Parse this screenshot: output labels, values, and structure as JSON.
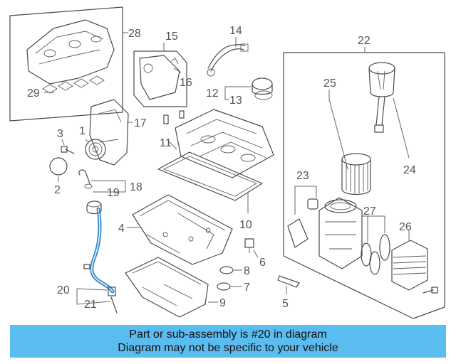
{
  "colors": {
    "highlight_part": "#2f86c9",
    "caption_background": "#5bbcf0",
    "line_art": "#4a4a4a"
  },
  "callouts": {
    "c1": "1",
    "c2": "2",
    "c3": "3",
    "c4": "4",
    "c5": "5",
    "c6": "6",
    "c7": "7",
    "c8": "8",
    "c9": "9",
    "c10": "10",
    "c11": "11",
    "c12": "12",
    "c13": "13",
    "c14": "14",
    "c15": "15",
    "c16": "16",
    "c17": "17",
    "c18": "18",
    "c19": "19",
    "c20": "20",
    "c21": "21",
    "c22": "22",
    "c23": "23",
    "c24": "24",
    "c25": "25",
    "c26": "26",
    "c27": "27",
    "c28": "28",
    "c29": "29"
  },
  "caption": {
    "line1": "Part or sub-assembly is #20 in diagram",
    "line2": "Diagram may not be specific to your vehicle"
  }
}
